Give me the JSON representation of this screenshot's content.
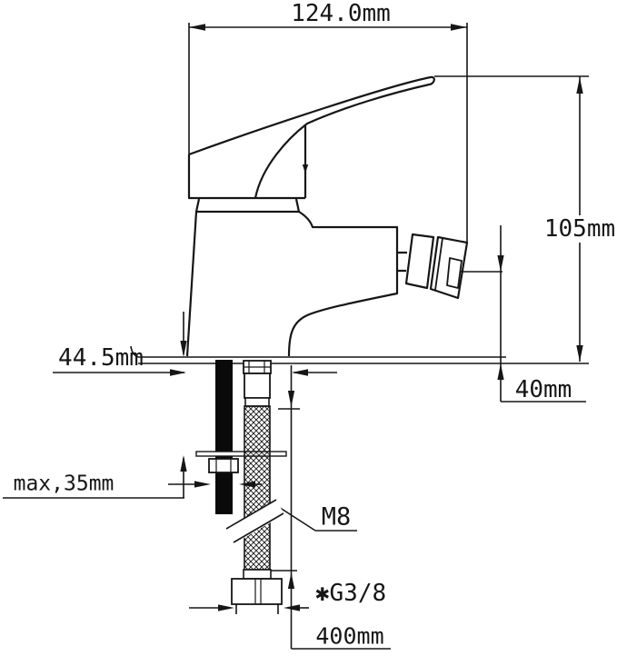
{
  "drawing": {
    "kind": "technical-dimension-drawing",
    "subject_labels": {
      "overall_width": "124.0mm",
      "overall_height": "105mm",
      "spout_height": "40mm",
      "base_width": "44.5mm",
      "max_mount_thickness": "max,35mm",
      "stud_thread": "M8",
      "hose_connection": "✱G3/8",
      "hose_length": "400mm"
    },
    "colors": {
      "line": "#161616",
      "background": "#ffffff"
    }
  }
}
